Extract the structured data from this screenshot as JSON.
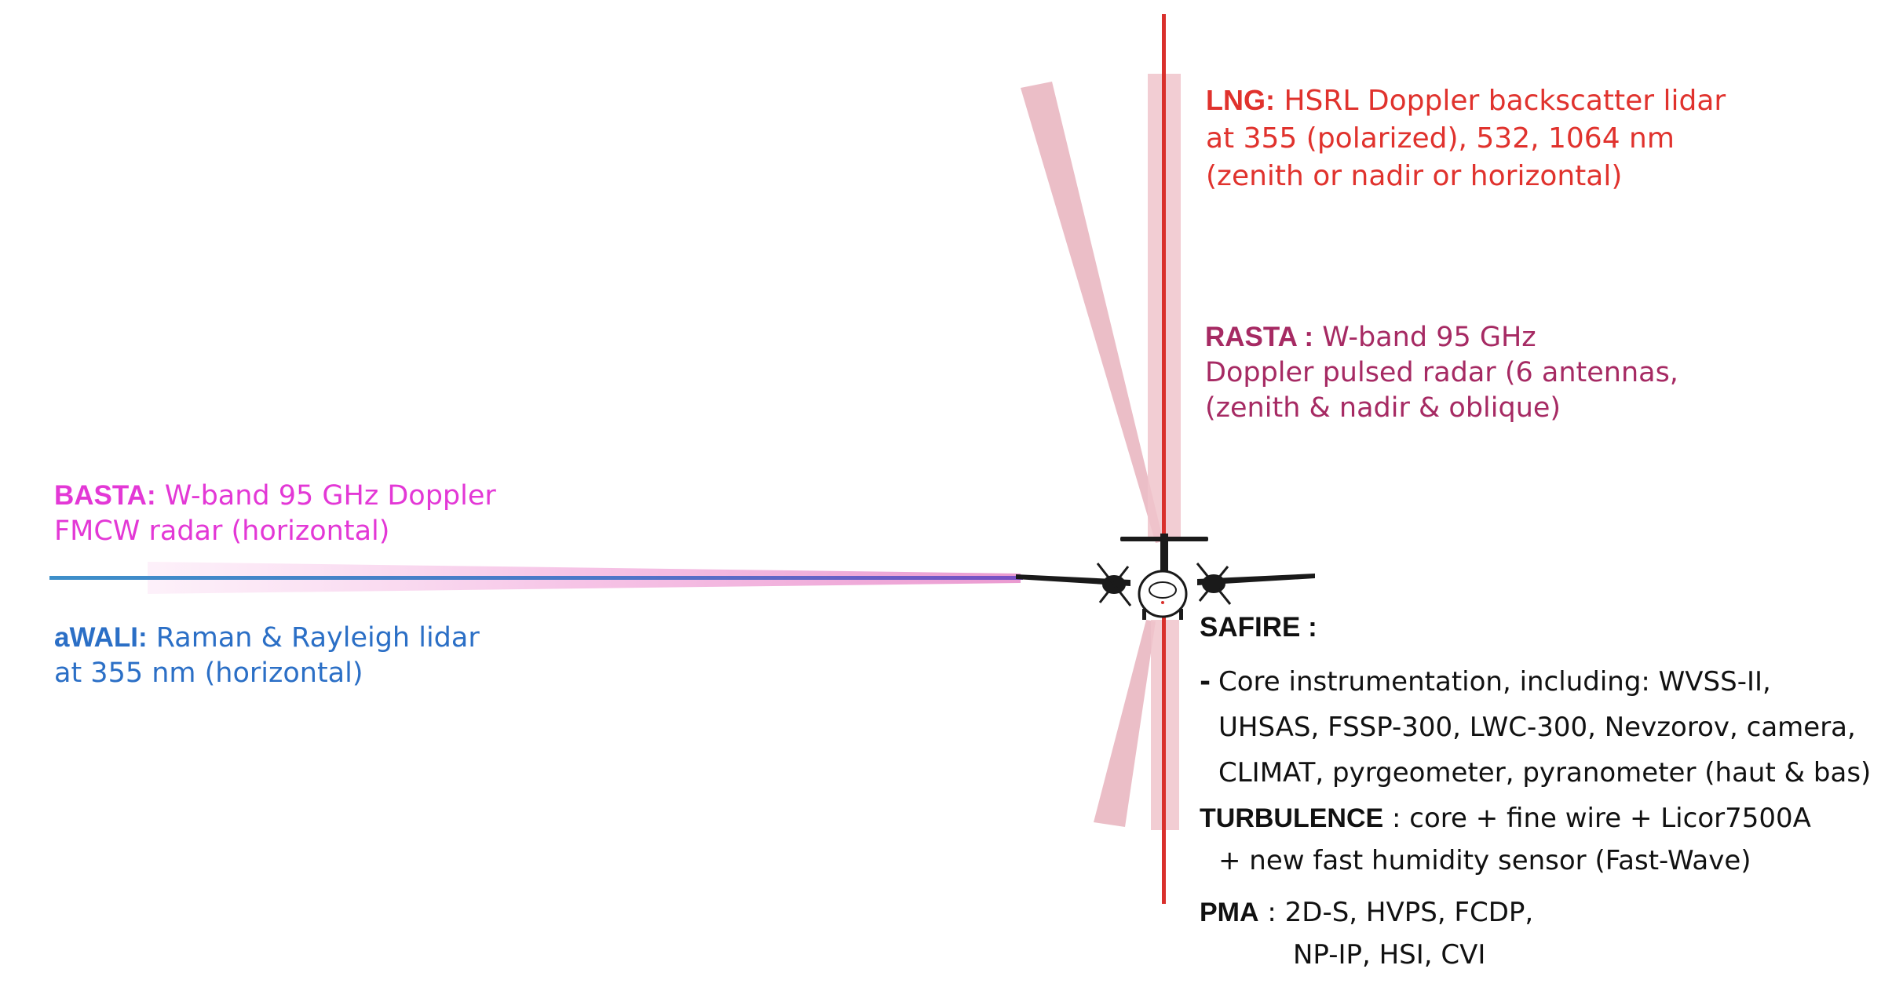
{
  "colors": {
    "lng": "#e0322d",
    "rasta": "#a62a63",
    "basta": "#e338d6",
    "awali": "#2b6fc6",
    "text": "#111111",
    "radar_beam": "#e8b3bd"
  },
  "icons": [
    "atr42-aircraft-icon"
  ],
  "labels": {
    "lng": {
      "name": "LNG:",
      "line1": "HSRL Doppler backscatter lidar",
      "line2": "at 355 (polarized), 532, 1064 nm",
      "line3": "(zenith or nadir or horizontal)"
    },
    "rasta": {
      "name": "RASTA :",
      "line1": "W-band 95 GHz",
      "line2": "Doppler pulsed radar (6 antennas,",
      "line3": "(zenith & nadir & oblique)"
    },
    "basta": {
      "name": "BASTA:",
      "line1": "W-band 95 GHz Doppler",
      "line2": "FMCW radar (horizontal)"
    },
    "awali": {
      "name": "aWALI:",
      "line1": "Raman & Rayleigh lidar",
      "line2": "at 355 nm (horizontal)"
    },
    "safire": {
      "title": "SAFIRE :",
      "core_dash": "-",
      "core_line1": "Core instrumentation, including: WVSS-II,",
      "core_line2": "UHSAS, FSSP-300, LWC-300, Nevzorov, camera,",
      "core_line3": "CLIMAT, pyrgeometer, pyranometer (haut & bas)",
      "turbulence_name": "TURBULENCE",
      "turbulence_line1": " : core + fine wire + Licor7500A",
      "turbulence_line2": "+ new fast humidity sensor (Fast-Wave)",
      "pma_name": "PMA",
      "pma_line1": " : 2D-S, HVPS, FCDP,",
      "pma_line2": "NP-IP, HSI, CVI"
    }
  }
}
